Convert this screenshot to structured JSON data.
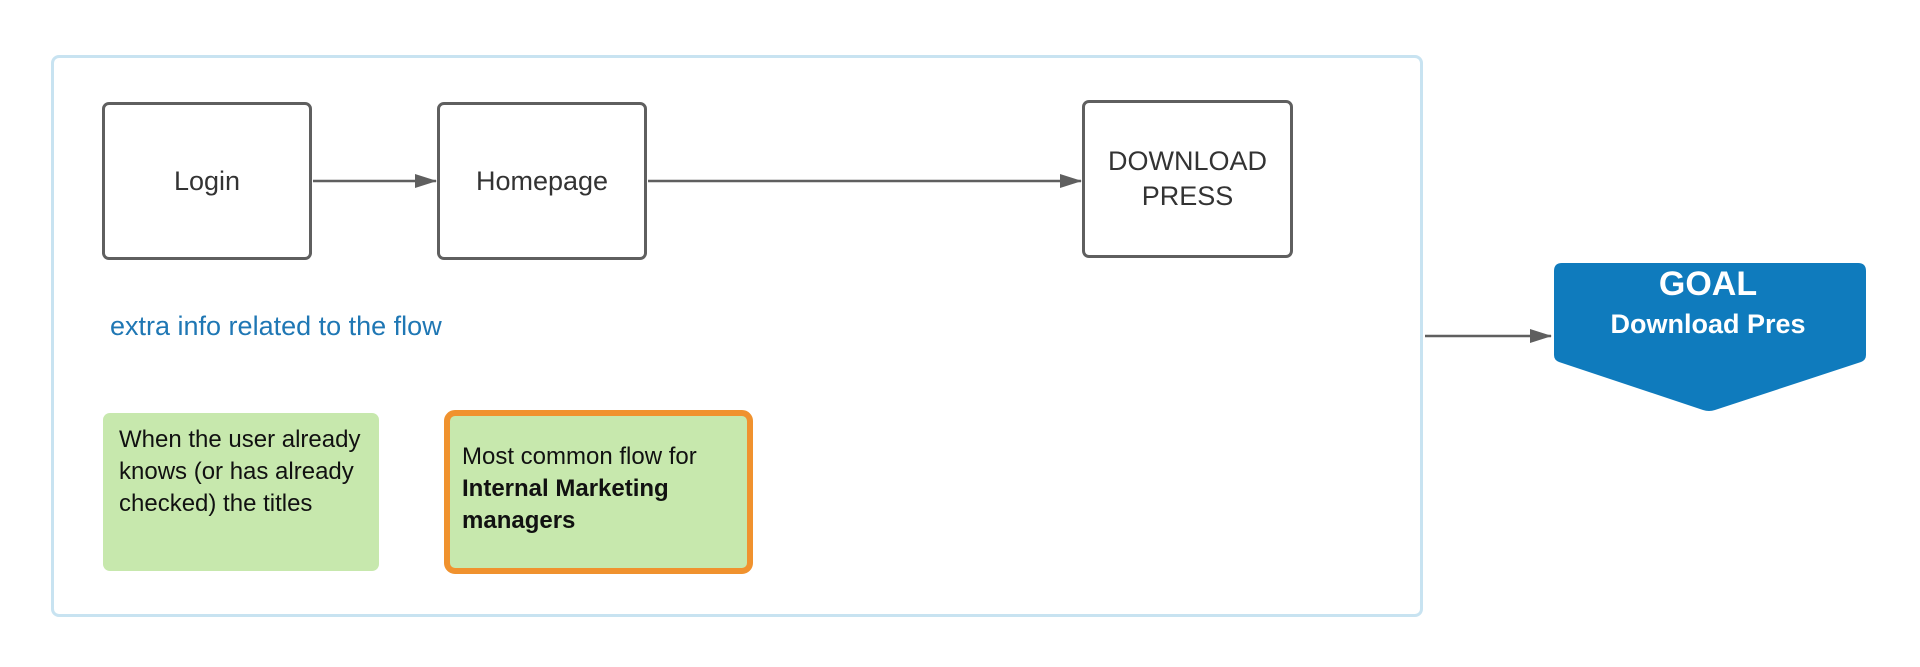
{
  "steps": {
    "login": "Login",
    "homepage": "Homepage",
    "download_line1": "DOWNLOAD",
    "download_line2": "PRESS"
  },
  "extra_info": "extra info related to the flow",
  "notes": {
    "known_titles": "When the user already knows (or has already checked) the titles",
    "common_flow_prefix": "Most common flow for",
    "common_flow_bold": "Internal Marketing managers"
  },
  "goal": {
    "title": "GOAL",
    "subtitle": "Download Pres"
  },
  "colors": {
    "frame_border": "#c8e3f1",
    "step_border": "#5f5f5f",
    "connector": "#5f5f5f",
    "extra_text": "#1f77b4",
    "note_fill": "#c7e8ad",
    "highlight_border": "#f0922e",
    "goal_fill": "#0f7bbd"
  }
}
